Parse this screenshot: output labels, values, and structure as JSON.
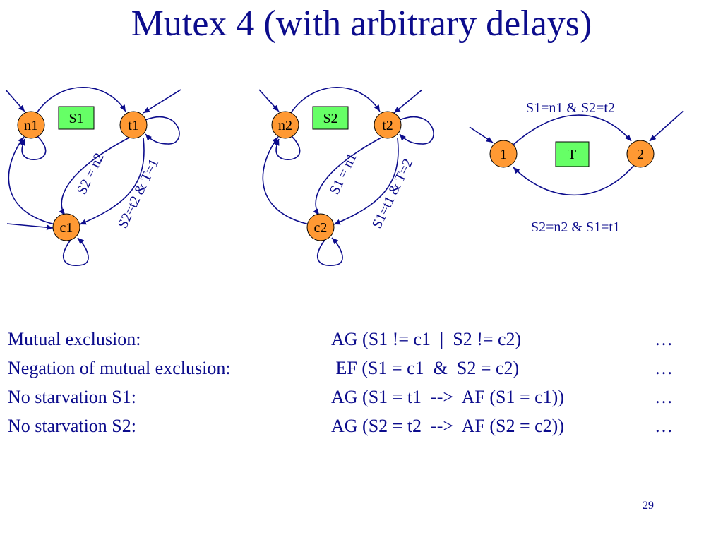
{
  "slide": {
    "title": "Mutex 4 (with arbitrary delays)",
    "number": "29"
  },
  "colors": {
    "text": "#0c0c8c",
    "node_fill": "#ff9933",
    "box_fill": "#66ff66",
    "edge": "#0c0c8c"
  },
  "process1": {
    "box": "S1",
    "nodes": {
      "n": "n1",
      "t": "t1",
      "c": "c1"
    },
    "labels": {
      "guard_enter": "S2 = n2",
      "guard_critical": "S2=t2 & T=1"
    }
  },
  "process2": {
    "box": "S2",
    "nodes": {
      "n": "n2",
      "t": "t2",
      "c": "c2"
    },
    "labels": {
      "guard_enter": "S1 = n1",
      "guard_critical": "S1=t1 & T=2"
    }
  },
  "turn": {
    "box": "T",
    "nodes": {
      "one": "1",
      "two": "2"
    },
    "labels": {
      "top": "S1=n1 & S2=t2",
      "bottom": "S2=n2 & S1=t1"
    }
  },
  "properties": [
    {
      "name": "Mutual exclusion:",
      "formula": "AG (S1 != c1  |  S2 != c2)",
      "result": "…"
    },
    {
      "name": "Negation of mutual exclusion:",
      "formula": " EF (S1 = c1  &  S2 = c2)",
      "result": "…"
    },
    {
      "name": "No starvation S1:",
      "formula": "AG (S1 = t1  -->  AF (S1 = c1))",
      "result": "…"
    },
    {
      "name": "No starvation S2:",
      "formula": "AG (S2 = t2  -->  AF (S2 = c2))",
      "result": "…"
    }
  ]
}
